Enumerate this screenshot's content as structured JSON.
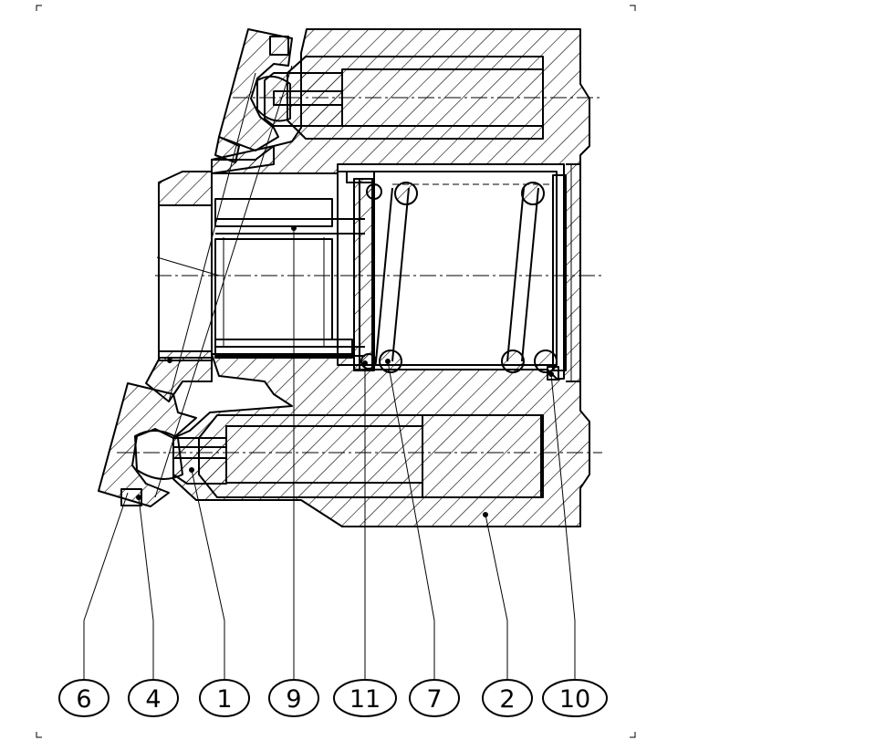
{
  "figure": {
    "type": "sectional assembly drawing",
    "balloons": [
      {
        "id": "6",
        "label": "6"
      },
      {
        "id": "4",
        "label": "4"
      },
      {
        "id": "1",
        "label": "1"
      },
      {
        "id": "9",
        "label": "9"
      },
      {
        "id": "11",
        "label": "11"
      },
      {
        "id": "7",
        "label": "7"
      },
      {
        "id": "2",
        "label": "2"
      },
      {
        "id": "10",
        "label": "10"
      }
    ]
  },
  "colors": {
    "line": "#000000",
    "background": "#ffffff"
  }
}
